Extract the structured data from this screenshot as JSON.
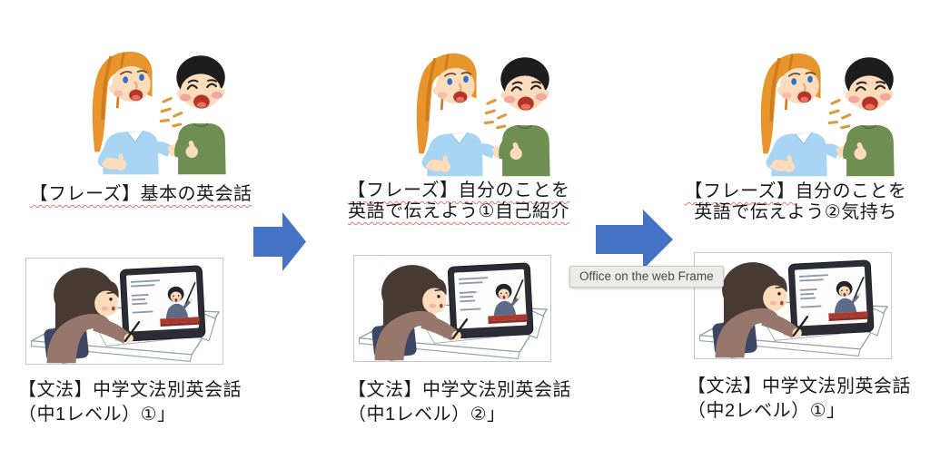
{
  "accent_arrow_color": "#4472c4",
  "tooltip": {
    "text": "Office on the web Frame"
  },
  "columns": [
    {
      "phrase_lines": [
        "【フレーズ】基本の英会話"
      ],
      "grammar_lines": [
        "【文法】中学文法別英会話",
        "（中1レベル）①」"
      ]
    },
    {
      "phrase_lines": [
        "【フレーズ】自分のことを",
        "英語で伝えよう①自己紹介"
      ],
      "grammar_lines": [
        "【文法】中学文法別英会話",
        "（中1レベル）②」"
      ]
    },
    {
      "phrase_head": "【フレーズ】",
      "phrase_rest": "自分のことを",
      "phrase_line2": "英語で伝えよう②気持ち",
      "grammar_lines": [
        "【文法】中学文法別英会話",
        "（中2レベル）①」"
      ]
    }
  ]
}
